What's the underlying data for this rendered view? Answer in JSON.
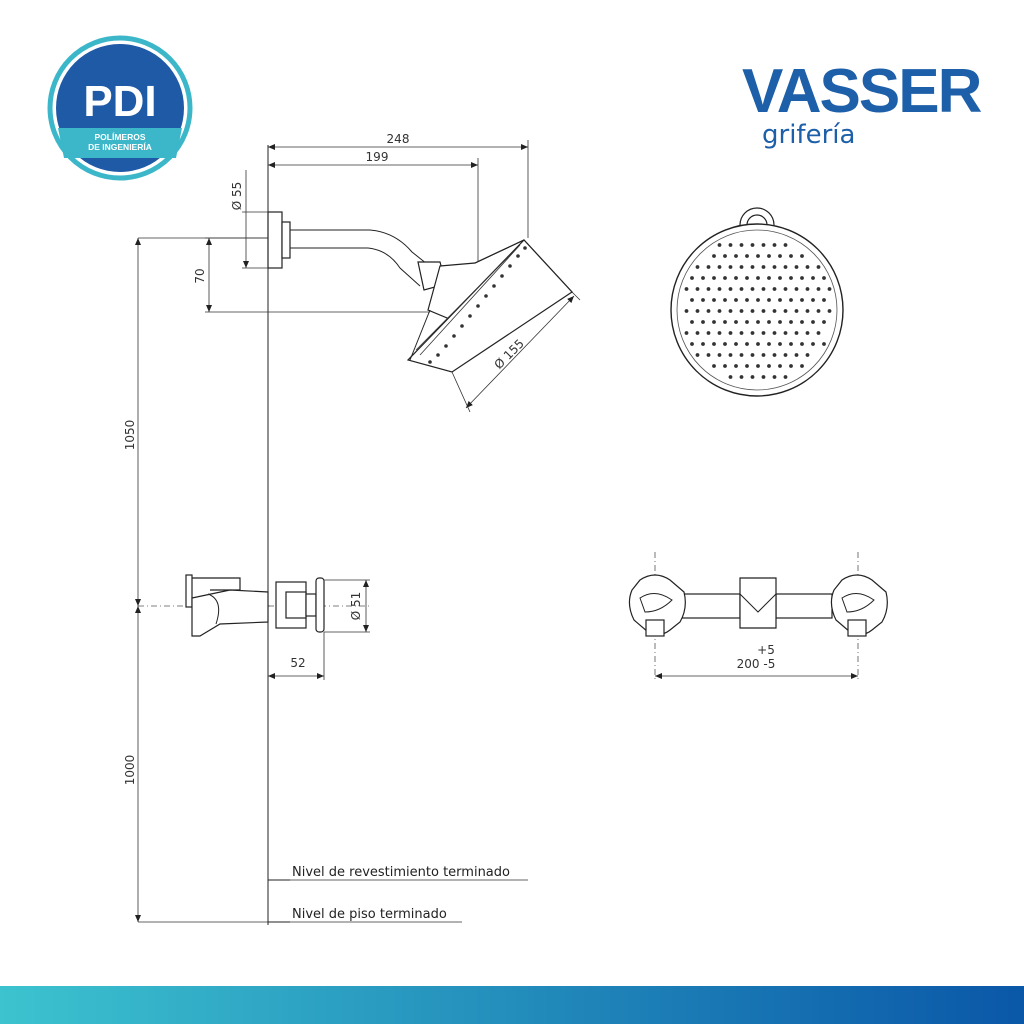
{
  "logos": {
    "pdi": {
      "title": "PDI",
      "subtitle_line1": "POLÍMEROS",
      "subtitle_line2": "DE INGENIERÍA"
    },
    "vasser": {
      "brand": "VASSER",
      "tagline": "grifería",
      "brand_color": "#1d5fa8"
    }
  },
  "dimensions": {
    "arm_total": "248",
    "arm_length": "199",
    "flange_diameter": "Ø 55",
    "arm_drop": "70",
    "head_diameter": "Ø 155",
    "head_height": "1050",
    "valve_height": "1000",
    "valve_diameter": "Ø 51",
    "valve_depth": "52",
    "valve_spacing_tol_plus": "+5",
    "valve_spacing": "200  -5"
  },
  "notes": {
    "finished_wall": "Nivel de revestimiento terminado",
    "finished_floor": "Nivel de piso terminado"
  },
  "colors": {
    "pdi_blue": "#1f5aa6",
    "pdi_teal": "#3bb7c9",
    "band_left": "#3cc3cf",
    "band_right": "#0a57a8"
  }
}
